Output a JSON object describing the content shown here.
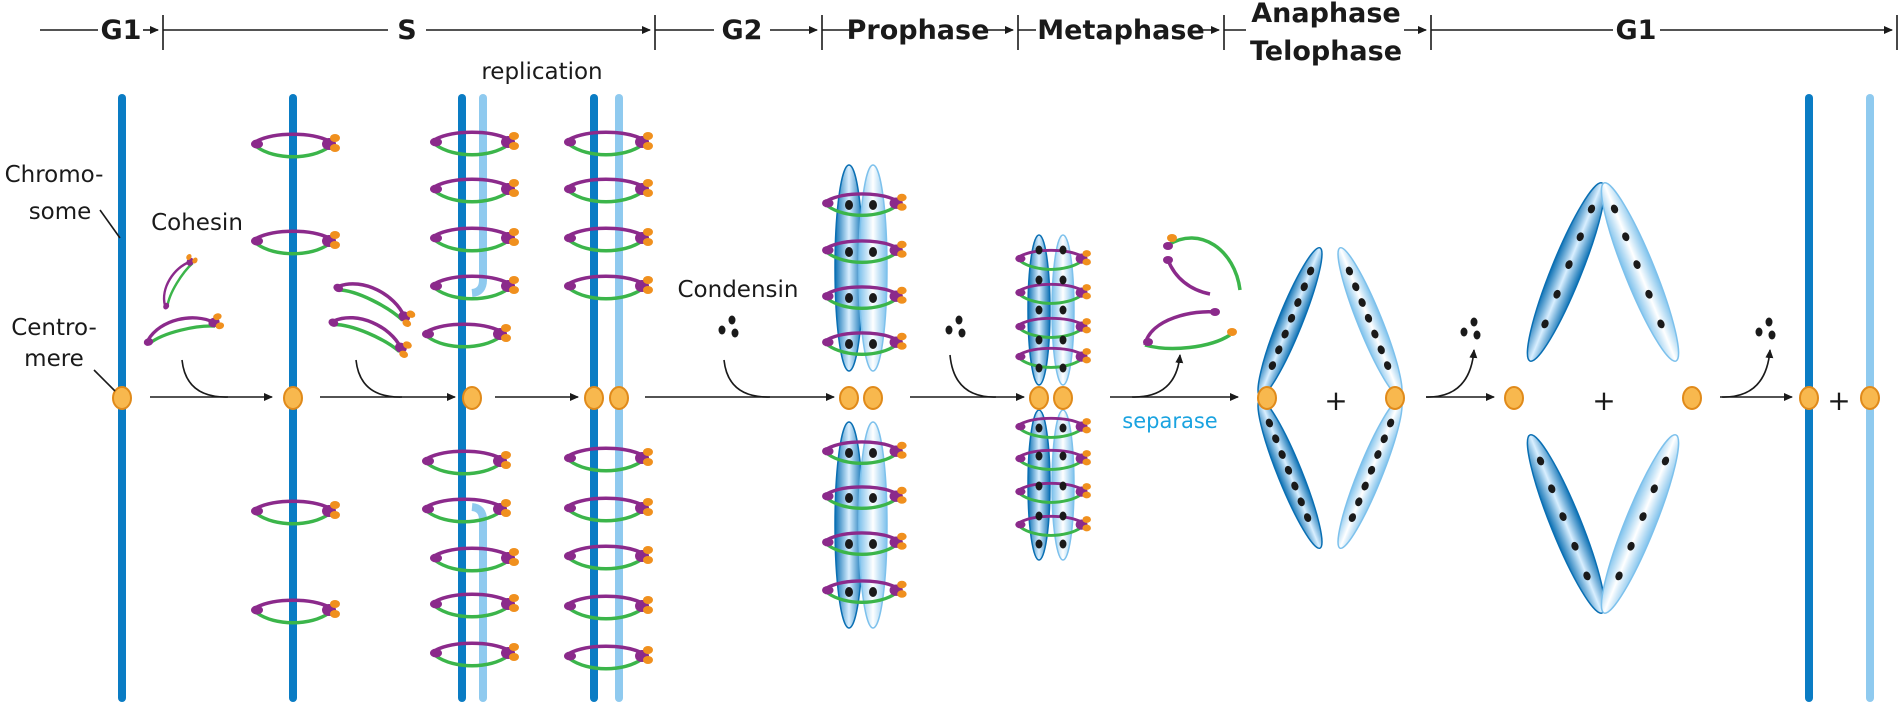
{
  "phases": {
    "g1_start": "G1",
    "s": "S",
    "g2": "G2",
    "prophase": "Prophase",
    "metaphase": "Metaphase",
    "anaphase": "Anaphase",
    "telophase": "Telophase",
    "g1_end": "G1"
  },
  "labels": {
    "chromosome_line1": "Chromo-",
    "chromosome_line2": "some",
    "centromere_line1": "Centro-",
    "centromere_line2": "mere",
    "cohesin": "Cohesin",
    "replication": "replication",
    "condensin": "Condensin",
    "separase": "separase",
    "plus": "+"
  },
  "colors": {
    "chromatid_dark": "#0a7cc4",
    "chromatid_light": "#8fcaef",
    "centromere_fill": "#f8b84e",
    "centromere_stroke": "#e08a1a",
    "cohesin_green": "#3bb54a",
    "cohesin_purple": "#8b2a8b",
    "head_orange": "#f0901e",
    "separase_text": "#1aa3e0",
    "text": "#1a1a1a"
  }
}
